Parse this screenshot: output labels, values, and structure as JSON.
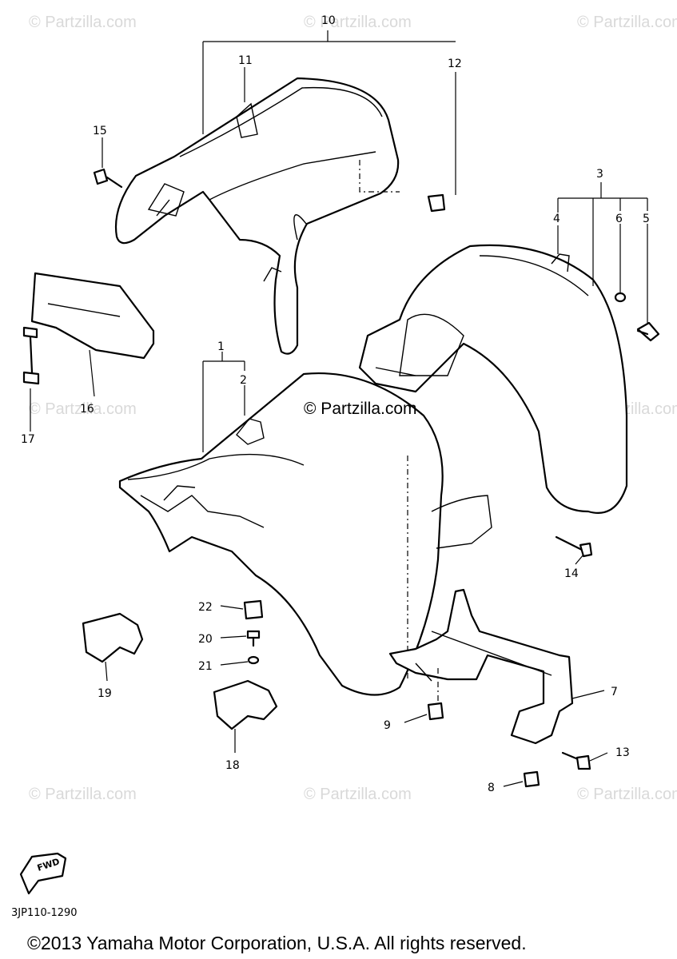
{
  "watermarks": {
    "text": "© Partzilla.com",
    "center": "© Partzilla.com"
  },
  "callouts": {
    "c1": "1",
    "c2": "2",
    "c3": "3",
    "c4": "4",
    "c5": "5",
    "c6": "6",
    "c7": "7",
    "c8": "8",
    "c9": "9",
    "c10": "10",
    "c11": "11",
    "c12": "12",
    "c13": "13",
    "c14": "14",
    "c15": "15",
    "c16": "16",
    "c17": "17",
    "c18": "18",
    "c19": "19",
    "c20": "20",
    "c21": "21",
    "c22": "22"
  },
  "fwd_label": "FWD",
  "diagram_code": "3JP110-1290",
  "copyright": "©2013 Yamaha Motor Corporation, U.S.A. All rights reserved."
}
